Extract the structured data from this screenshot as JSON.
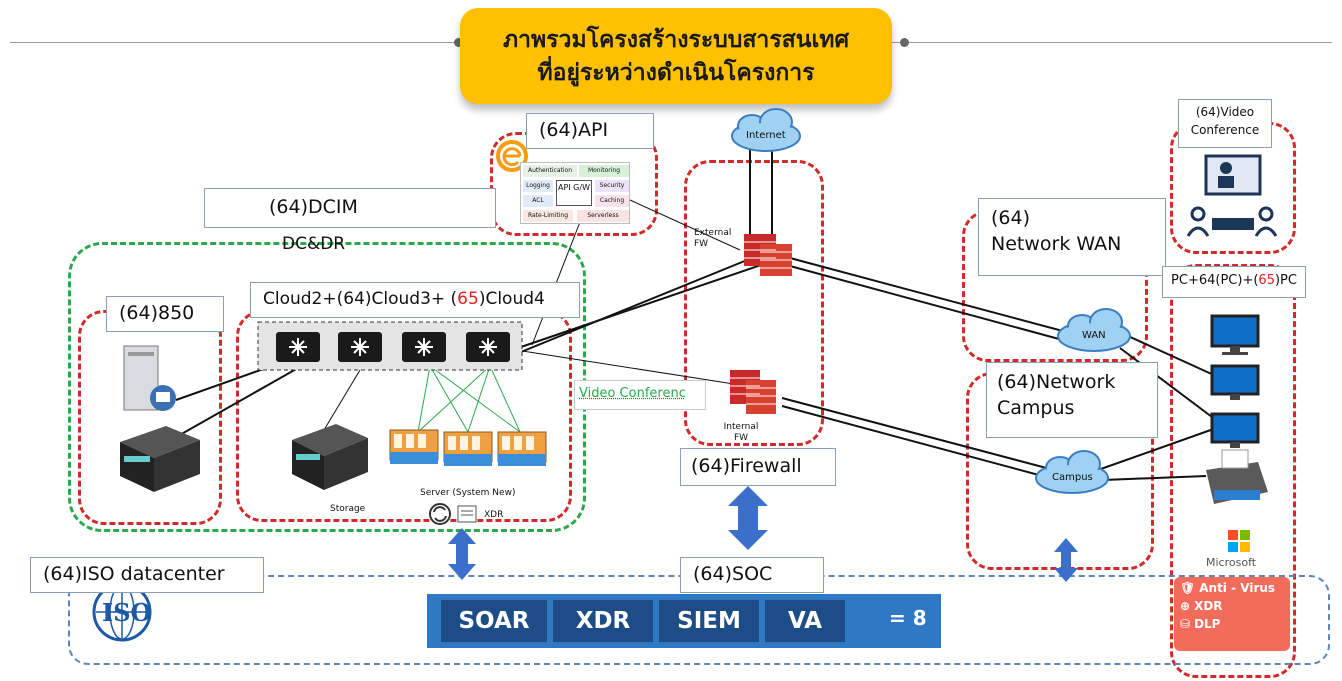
{
  "title": {
    "line1": "ภาพรวมโครงสร้างระบบสารสนเทศ",
    "line2": "ที่อยู่ระหว่างดำเนินโครงการ"
  },
  "labels": {
    "api": "(64)API",
    "dcim": "(64)DCIM",
    "dcdr": "DC&DR",
    "cloud_pre": "Cloud2+(64)Cloud3+ (",
    "cloud_red": "65",
    "cloud_post": ")Cloud4",
    "s850": "(64)850",
    "wan_line1": "(64)",
    "wan_line2": "Network WAN",
    "campus_line1": "(64)Network",
    "campus_line2": "Campus",
    "video_conf_line1": "(64)Video",
    "video_conf_line2": "Conference",
    "pc_pre": "PC+64(PC)+(",
    "pc_red": "65",
    "pc_post": ")PC",
    "firewall": "(64)Firewall",
    "soc": "(64)SOC",
    "iso_dc": "(64)ISO datacenter",
    "video_conferenc_link": "Video Conferenc"
  },
  "api_gateway": {
    "cells": [
      "Authentication",
      "Monitoring",
      "Logging",
      "Security",
      "ACL",
      "Caching",
      "Rate-Limiting",
      "Serverless"
    ],
    "center": "API G/W"
  },
  "network_text": {
    "internet": "Internet",
    "external_fw": "External FW",
    "internal_fw": "Internal FW",
    "wan": "WAN",
    "campus": "Campus",
    "storage": "Storage",
    "server": "Server (System New)",
    "xdr_small": "XDR",
    "microsoft": "Microsoft",
    "iso": "ISO"
  },
  "soc_tools": [
    "SOAR",
    "XDR",
    "SIEM",
    "VA"
  ],
  "soc_staff": "= 8",
  "endpoint_security": [
    "Anti - Virus",
    "XDR",
    "DLP"
  ],
  "colors": {
    "red_dash": "#d12a2a",
    "green_dash": "#2aa94a",
    "blue_dash": "#5b86b8",
    "banner": "#ffc000",
    "soc_bar": "#2f78c4",
    "soc_item": "#1d4d86",
    "av_box": "#f26b5b",
    "accent_red": "#e02020"
  }
}
